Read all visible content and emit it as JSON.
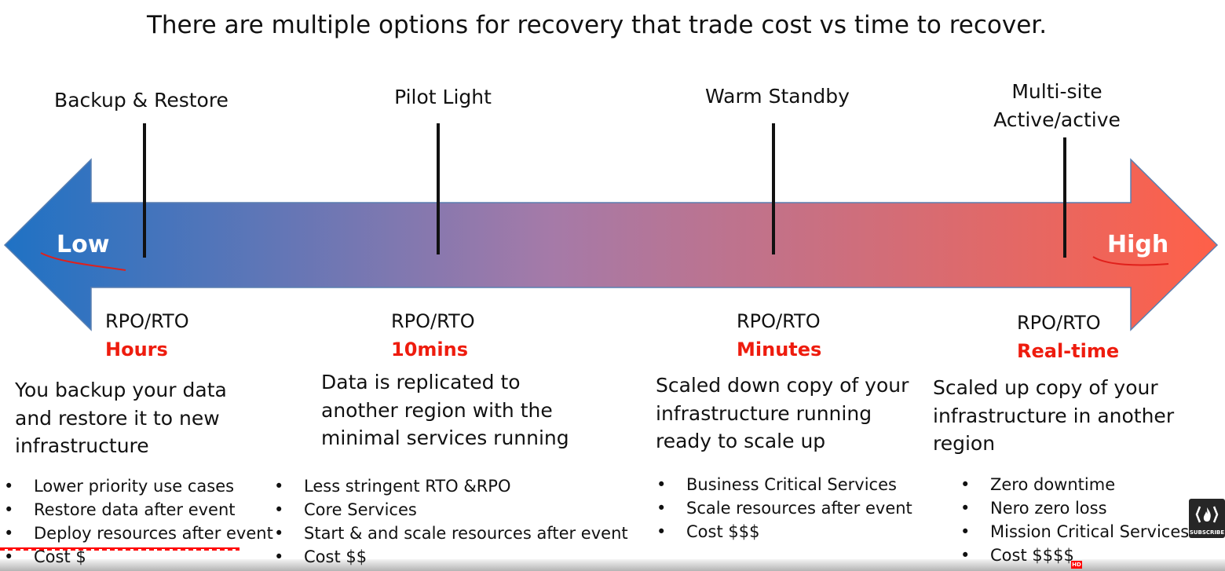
{
  "title": "There are multiple options for recovery that trade cost vs time to recover.",
  "axis": {
    "low_label": "Low",
    "high_label": "High",
    "gradient_start": "#1f72c4",
    "gradient_mid": "#a57aa8",
    "gradient_end": "#ff6048"
  },
  "options": [
    {
      "name_lines": [
        "Backup & Restore"
      ],
      "rpo_label": "RPO/RTO",
      "rpo_value": "Hours",
      "description_lines": [
        "You backup your data",
        "and restore it to new",
        "infrastructure"
      ],
      "bullets": [
        "Lower priority use cases",
        "Restore data after event",
        "Deploy resources after event",
        "Cost $"
      ]
    },
    {
      "name_lines": [
        "Pilot Light"
      ],
      "rpo_label": "RPO/RTO",
      "rpo_value": "10mins",
      "description_lines": [
        "Data is replicated to",
        "another region with the",
        "minimal services running"
      ],
      "bullets": [
        "Less stringent RTO &RPO",
        "Core Services",
        "Start & and scale resources after event",
        "Cost $$"
      ]
    },
    {
      "name_lines": [
        "Warm Standby"
      ],
      "rpo_label": "RPO/RTO",
      "rpo_value": "Minutes",
      "description_lines": [
        "Scaled down copy of your",
        "infrastructure running",
        "ready to scale up"
      ],
      "bullets": [
        "Business Critical Services",
        "Scale resources after event",
        "Cost $$$"
      ]
    },
    {
      "name_lines": [
        "Multi-site",
        "Active/active"
      ],
      "rpo_label": "RPO/RTO",
      "rpo_value": "Real-time",
      "description_lines": [
        "Scaled up copy of your",
        "infrastructure in another",
        "region"
      ],
      "bullets": [
        "Zero downtime",
        "Nero zero loss",
        "Mission Critical Services",
        "Cost $$$$"
      ]
    }
  ],
  "colors": {
    "rpo_value": "#ee1c0e",
    "annotation_underline": "#e0201b",
    "progress": "#ff0000"
  },
  "player": {
    "subscribe_label": "SUBSCRIBE",
    "hd_badge": "HD"
  }
}
